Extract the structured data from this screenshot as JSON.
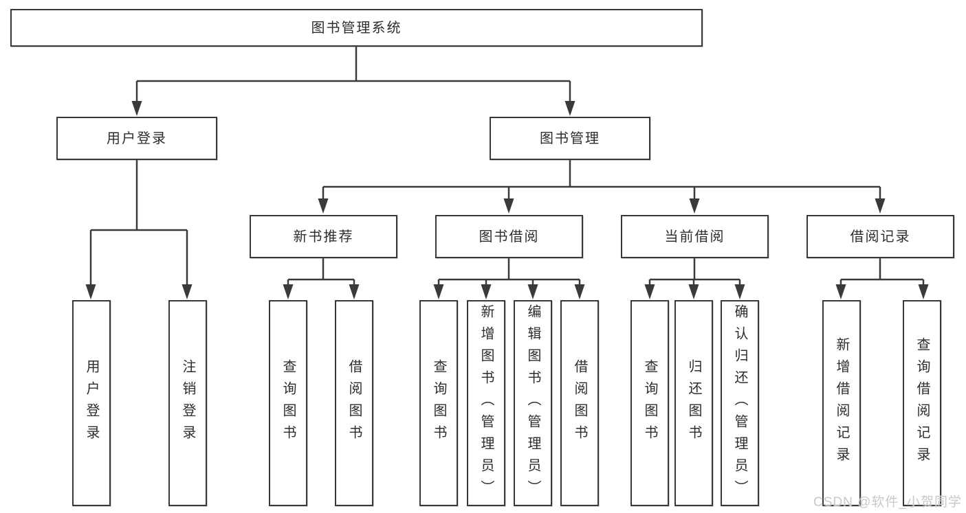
{
  "diagram": {
    "root": {
      "label": "图书管理系统"
    },
    "level2": [
      {
        "label": "用户登录"
      },
      {
        "label": "图书管理"
      }
    ],
    "level3": [
      {
        "label": "新书推荐"
      },
      {
        "label": "图书借阅"
      },
      {
        "label": "当前借阅"
      },
      {
        "label": "借阅记录"
      }
    ],
    "groups": [
      {
        "parent": "用户登录",
        "children": [
          "用户登录",
          "注销登录"
        ]
      },
      {
        "parent": "新书推荐",
        "children": [
          "查询图书",
          "借阅图书"
        ]
      },
      {
        "parent": "图书借阅",
        "children": [
          "查询图书",
          "新增图书（管理员）",
          "编辑图书（管理员）",
          "借阅图书"
        ]
      },
      {
        "parent": "当前借阅",
        "children": [
          "查询图书",
          "归还图书",
          "确认归还（管理员）"
        ]
      },
      {
        "parent": "借阅记录",
        "children": [
          "新增借阅记录",
          "查询借阅记录"
        ]
      }
    ]
  },
  "watermark": {
    "text": "CSDN @软件_小贺同学"
  },
  "colors": {
    "line": "#3a3a3a",
    "box_border": "#383838",
    "text": "#2d2d2d",
    "watermark": "#c9c9c9",
    "background": "#ffffff"
  }
}
